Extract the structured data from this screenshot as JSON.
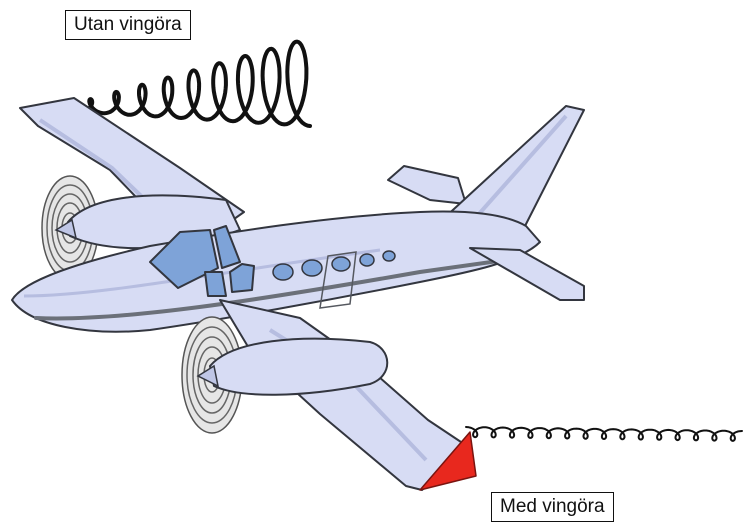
{
  "labels": {
    "without_winglet": "Utan vingöra",
    "with_winglet": "Med vingöra"
  },
  "colors": {
    "airframe": "#d7dcf4",
    "airframe_shade": "#b6bde0",
    "outline": "#33363f",
    "window": "#7ea3d8",
    "stripe": "#6b7079",
    "winglet": "#e8281e",
    "vortex": "#111111",
    "propeller_disc": "#8a8a8a"
  },
  "icons": [
    "airplane-illustration",
    "propeller-disc-icon",
    "wingtip-vortex",
    "winglet-icon"
  ]
}
